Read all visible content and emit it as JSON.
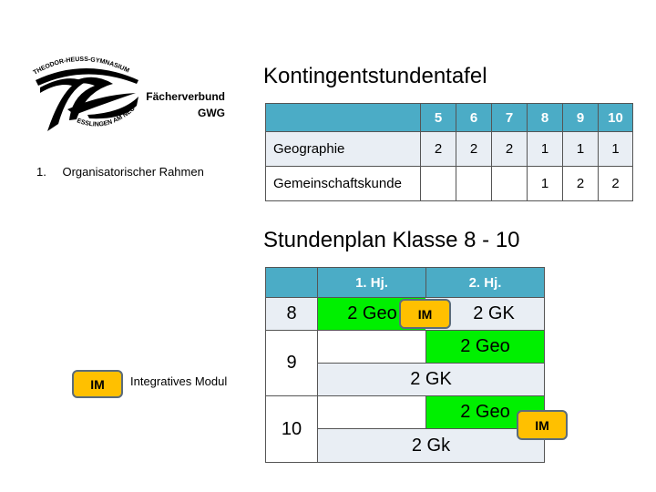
{
  "logo": {
    "top_text": "THEODOR-HEUSS-GYMNASIUM",
    "bottom_text": "ESSLINGEN AM NECKAR"
  },
  "header": {
    "line1": "Fächerverbund",
    "line2": "GWG"
  },
  "outline": {
    "number": "1.",
    "item": "Organisatorischer Rahmen"
  },
  "legend": {
    "badge": "IM",
    "label": "Integratives Modul"
  },
  "kontingent": {
    "title": "Kontingentstundentafel",
    "columns": [
      "",
      "5",
      "6",
      "7",
      "8",
      "9",
      "10"
    ],
    "rows": [
      [
        "Geographie",
        "2",
        "2",
        "2",
        "1",
        "1",
        "1"
      ],
      [
        "Gemeinschaftskunde",
        "",
        "",
        "",
        "1",
        "2",
        "2"
      ]
    ]
  },
  "stundenplan": {
    "title": "Stundenplan Klasse 8 - 10",
    "headers": [
      "",
      "1. Hj.",
      "2. Hj."
    ],
    "grade8": {
      "label": "8",
      "h1": "2 Geo",
      "h2": "2 GK"
    },
    "grade9": {
      "label": "9",
      "h2": "2 Geo",
      "full": "2 GK"
    },
    "grade10": {
      "label": "10",
      "h2": "2 Geo",
      "full": "2 Gk"
    },
    "badge": "IM"
  },
  "colors": {
    "header": "#4bacc6",
    "green": "#00f000",
    "light": "#e9eef4",
    "badge": "#ffc000"
  }
}
